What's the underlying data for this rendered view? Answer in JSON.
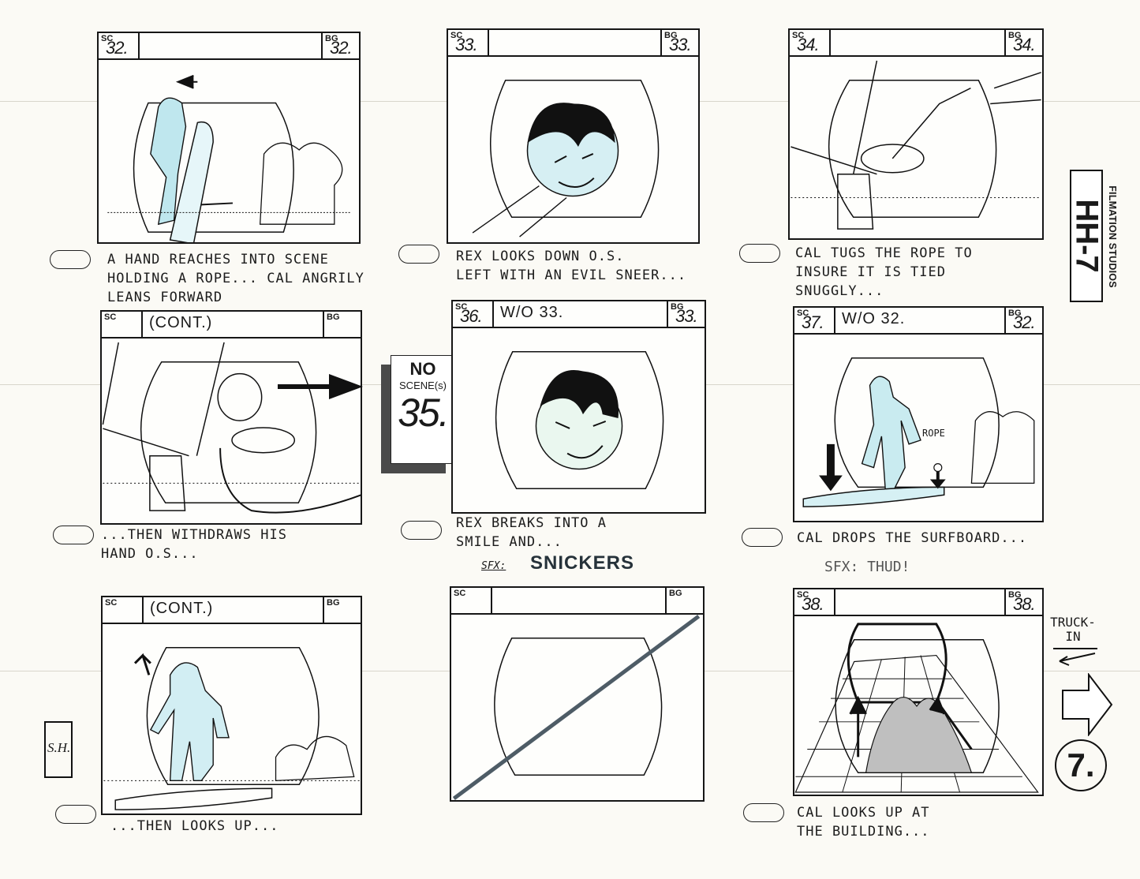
{
  "sheet": {
    "studio_code": "HH-7",
    "studio_name": "FILMATION STUDIOS",
    "page_number": "7.",
    "artist_initials": "S.H.",
    "transition_note": "TRUCK-\nIN"
  },
  "header_labels": {
    "sc": "SC",
    "bg": "BG"
  },
  "no_scene_card": {
    "title": "NO",
    "subtitle": "SCENE(s)",
    "number": "35."
  },
  "panels": [
    {
      "sc": "32.",
      "note": "",
      "bg": "32.",
      "caption": "A HAND REACHES INTO SCENE\nHOLDING A ROPE... CAL ANGRILY\nLEANS FORWARD"
    },
    {
      "sc": "33.",
      "note": "",
      "bg": "33.",
      "caption": "REX LOOKS DOWN O.S.\nLEFT WITH AN EVIL SNEER..."
    },
    {
      "sc": "34.",
      "note": "",
      "bg": "34.",
      "caption": "CAL TUGS THE ROPE TO\nINSURE IT IS TIED\nSNUGGLY..."
    },
    {
      "sc": "",
      "note": "(CONT.)",
      "bg": "",
      "caption": "...THEN WITHDRAWS HIS\nHAND O.S..."
    },
    {
      "sc": "36.",
      "note": "W/O 33.",
      "bg": "33.",
      "caption": "REX BREAKS INTO A\nSMILE AND...",
      "sfx_label": "SFX:",
      "sfx": "SNICKERS"
    },
    {
      "sc": "37.",
      "note": "W/O 32.",
      "bg": "32.",
      "caption": "CAL DROPS THE SURFBOARD...",
      "sfx": "SFX: THUD!",
      "annotation": "ROPE"
    },
    {
      "sc": "",
      "note": "(CONT.)",
      "bg": "",
      "caption": "...THEN LOOKS UP..."
    },
    {
      "sc": "",
      "note": "",
      "bg": "",
      "caption": ""
    },
    {
      "sc": "38.",
      "note": "",
      "bg": "38.",
      "caption": "CAL LOOKS UP AT\nTHE BUILDING..."
    }
  ],
  "colors": {
    "ink": "#161616",
    "paper": "#fbfaf5",
    "pencil_blue": "#7cc9d6",
    "marker_gray": "#4e5c66"
  }
}
